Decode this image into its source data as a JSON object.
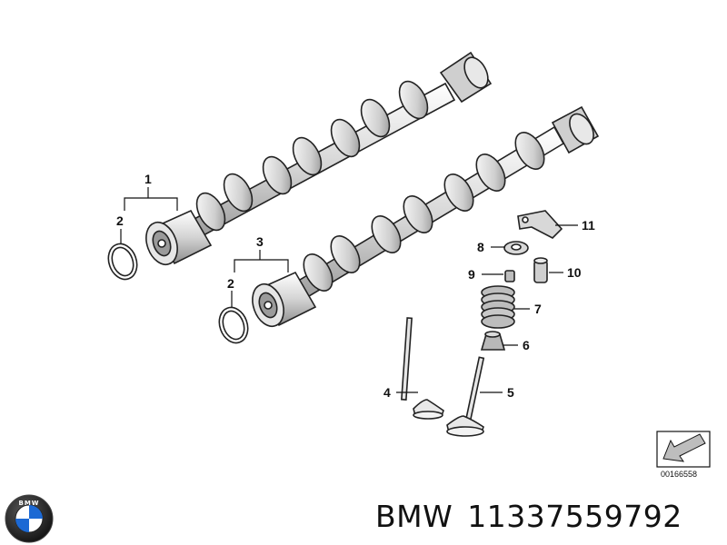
{
  "callouts": {
    "c1": "1",
    "c2a": "2",
    "c2b": "2",
    "c3": "3",
    "c4": "4",
    "c5": "5",
    "c6": "6",
    "c7": "7",
    "c8": "8",
    "c9": "9",
    "c10": "10",
    "c11": "11"
  },
  "doc_number": "00166558",
  "logo_text": "BMW",
  "footer": {
    "brand": "BMW",
    "part_number": "11337559792"
  },
  "colors": {
    "line": "#222222",
    "logo_blue": "#1c69d4",
    "logo_ring": "#1a1a1a"
  },
  "icons": {
    "direction_arrow": "arrow-icon",
    "logo": "bmw-roundel-logo"
  }
}
